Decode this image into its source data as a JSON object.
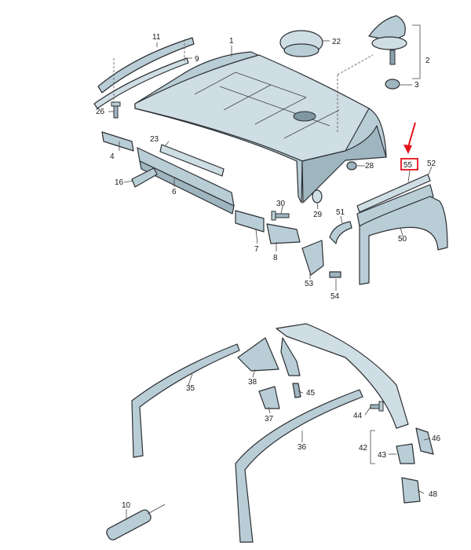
{
  "diagram": {
    "highlight_color": "#e3131b",
    "highlighted_part": "55",
    "callouts": {
      "c1": "1",
      "c2": "2",
      "c3": "3",
      "c4": "4",
      "c6": "6",
      "c7": "7",
      "c8": "8",
      "c9": "9",
      "c10": "10",
      "c11": "11",
      "c16": "16",
      "c22": "22",
      "c23": "23",
      "c26": "26",
      "c28": "28",
      "c29": "29",
      "c30": "30",
      "c35": "35",
      "c36": "36",
      "c37": "37",
      "c38": "38",
      "c42": "42",
      "c43": "43",
      "c44": "44",
      "c45": "45",
      "c46": "46",
      "c48": "48",
      "c50": "50",
      "c51": "51",
      "c52": "52",
      "c53": "53",
      "c54": "54",
      "c55": "55"
    }
  }
}
